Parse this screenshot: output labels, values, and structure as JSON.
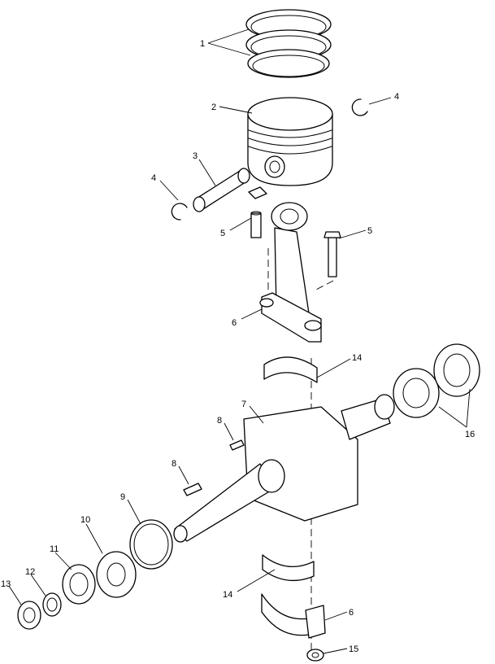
{
  "diagram": {
    "callouts": [
      {
        "key": "c1",
        "text": "1"
      },
      {
        "key": "c2",
        "text": "2"
      },
      {
        "key": "c3",
        "text": "3"
      },
      {
        "key": "c4a",
        "text": "4"
      },
      {
        "key": "c4b",
        "text": "4"
      },
      {
        "key": "c5a",
        "text": "5"
      },
      {
        "key": "c5b",
        "text": "5"
      },
      {
        "key": "c6a",
        "text": "6"
      },
      {
        "key": "c6b",
        "text": "6"
      },
      {
        "key": "c7",
        "text": "7"
      },
      {
        "key": "c8a",
        "text": "8"
      },
      {
        "key": "c8b",
        "text": "8"
      },
      {
        "key": "c9",
        "text": "9"
      },
      {
        "key": "c10",
        "text": "10"
      },
      {
        "key": "c11",
        "text": "11"
      },
      {
        "key": "c12",
        "text": "12"
      },
      {
        "key": "c13",
        "text": "13"
      },
      {
        "key": "c14a",
        "text": "14"
      },
      {
        "key": "c14b",
        "text": "14"
      },
      {
        "key": "c15",
        "text": "15"
      },
      {
        "key": "c16",
        "text": "16"
      }
    ]
  }
}
